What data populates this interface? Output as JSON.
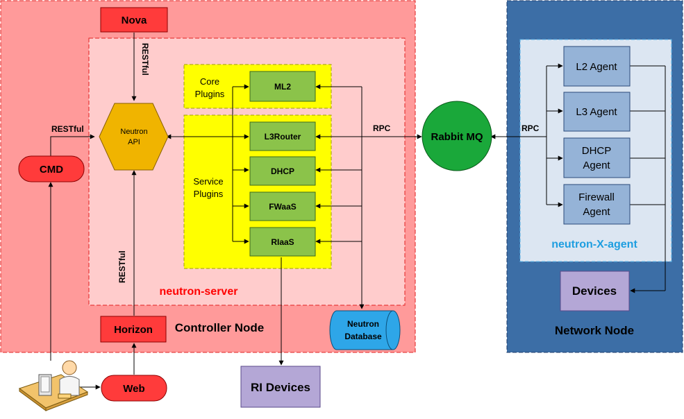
{
  "controller_node": {
    "label": "Controller Node",
    "neutron_server_label": "neutron-server",
    "nova": "Nova",
    "neutron_api": [
      "Neutron",
      "API"
    ],
    "cmd": "CMD",
    "horizon": "Horizon",
    "web": "Web",
    "core_plugins_label": [
      "Core",
      "Plugins"
    ],
    "service_plugins_label": [
      "Service",
      "Plugins"
    ],
    "plugins": {
      "ml2": "ML2",
      "l3router": "L3Router",
      "dhcp": "DHCP",
      "fwaas": "FWaaS",
      "rlaas": "RIaaS"
    },
    "neutron_database": [
      "Neutron",
      "Database"
    ]
  },
  "rabbit_mq": "Rabbit MQ",
  "ri_devices": "RI Devices",
  "network_node": {
    "label": "Network Node",
    "agent_group_label": "neutron-X-agent",
    "agents": [
      [
        "L2 Agent"
      ],
      [
        "L3 Agent"
      ],
      [
        "DHCP",
        "Agent"
      ],
      [
        "Firewall",
        "Agent"
      ]
    ],
    "devices": "Devices"
  },
  "edge_labels": {
    "restful_nova": "RESTful",
    "restful_cmd": "RESTful",
    "restful_horizon": "RESTful",
    "rpc_server": "RPC",
    "rpc_agent": "RPC"
  },
  "colors": {
    "controller_bg": "#ff9a9a",
    "server_bg": "#ffcccc",
    "plugin_group_bg": "#ffff00",
    "plugin_fill": "#8bc34a",
    "red_box": "#ff3b3b",
    "api_fill": "#f0b400",
    "rabbit_fill": "#1aa83a",
    "network_bg": "#3c6ea6",
    "agent_group_bg": "#dce6f2",
    "agent_fill": "#95b3d7",
    "devices_fill": "#b4a7d6",
    "db_fill": "#2ea6e8",
    "agent_label_color": "#1e9ee0",
    "server_label_color": "#ff0000"
  }
}
